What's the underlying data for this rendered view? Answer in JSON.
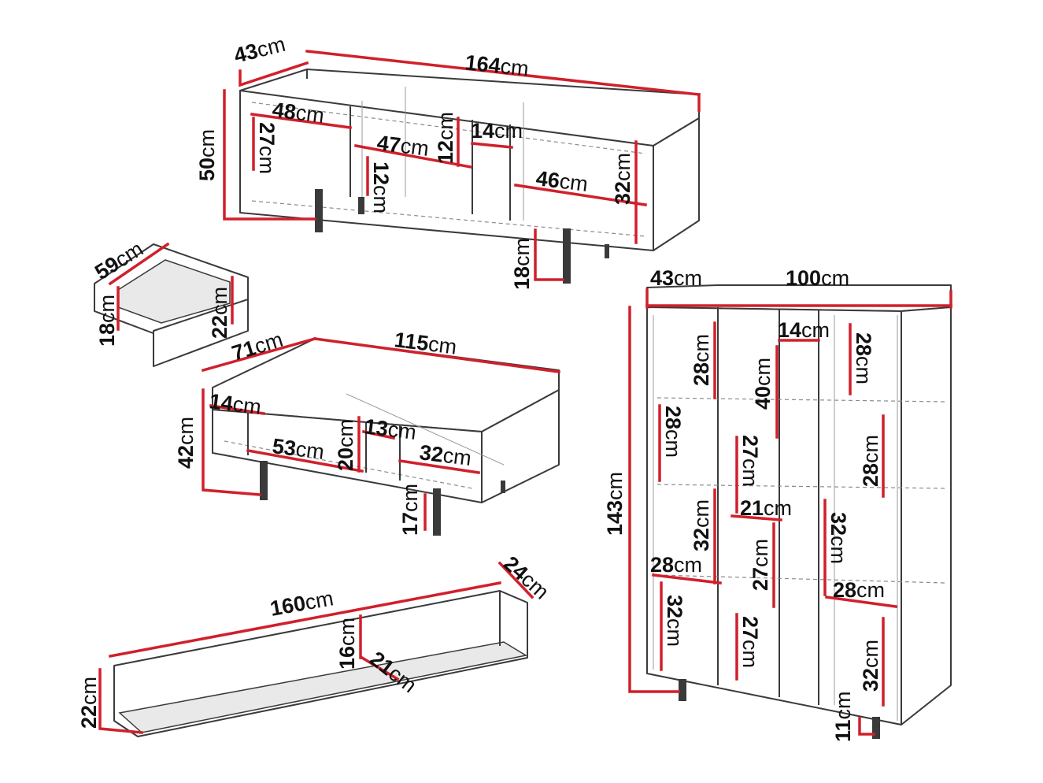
{
  "labels": {
    "tv_depth": "43",
    "tv_width": "164",
    "tv_height": "50",
    "tv_comp_left": "48",
    "tv_comp_left_h": "27",
    "tv_drawer_w": "47",
    "tv_drawer_h1": "12",
    "tv_drawer_h2": "12",
    "tv_small": "14",
    "tv_comp_right": "46",
    "tv_comp_right_h": "32",
    "tv_leg": "18",
    "drawer_depth": "59",
    "drawer_h_front": "18",
    "drawer_h_side": "22",
    "ct_depth": "71",
    "ct_width": "115",
    "ct_height": "42",
    "ct_small": "14",
    "ct_comp_a": "53",
    "ct_comp_a_h": "20",
    "ct_mid": "13",
    "ct_comp_b": "32",
    "ct_leg": "17",
    "sh_width": "160",
    "sh_depth": "24",
    "sh_height": "22",
    "sh_inner_h": "16",
    "sh_inner_d": "21",
    "cab_depth": "43",
    "cab_width": "100",
    "cab_height": "143",
    "cab_small": "14",
    "cab_l1": "28",
    "cab_l2": "28",
    "cab_l3": "32",
    "cab_l4": "28",
    "cab_l5": "32",
    "cab_m1": "40",
    "cab_m2": "27",
    "cab_m3": "21",
    "cab_m4": "27",
    "cab_m5": "27",
    "cab_r1": "28",
    "cab_r2": "28",
    "cab_r3": "32",
    "cab_r4": "28",
    "cab_r5": "32",
    "cab_leg": "11"
  },
  "unit": "cm"
}
